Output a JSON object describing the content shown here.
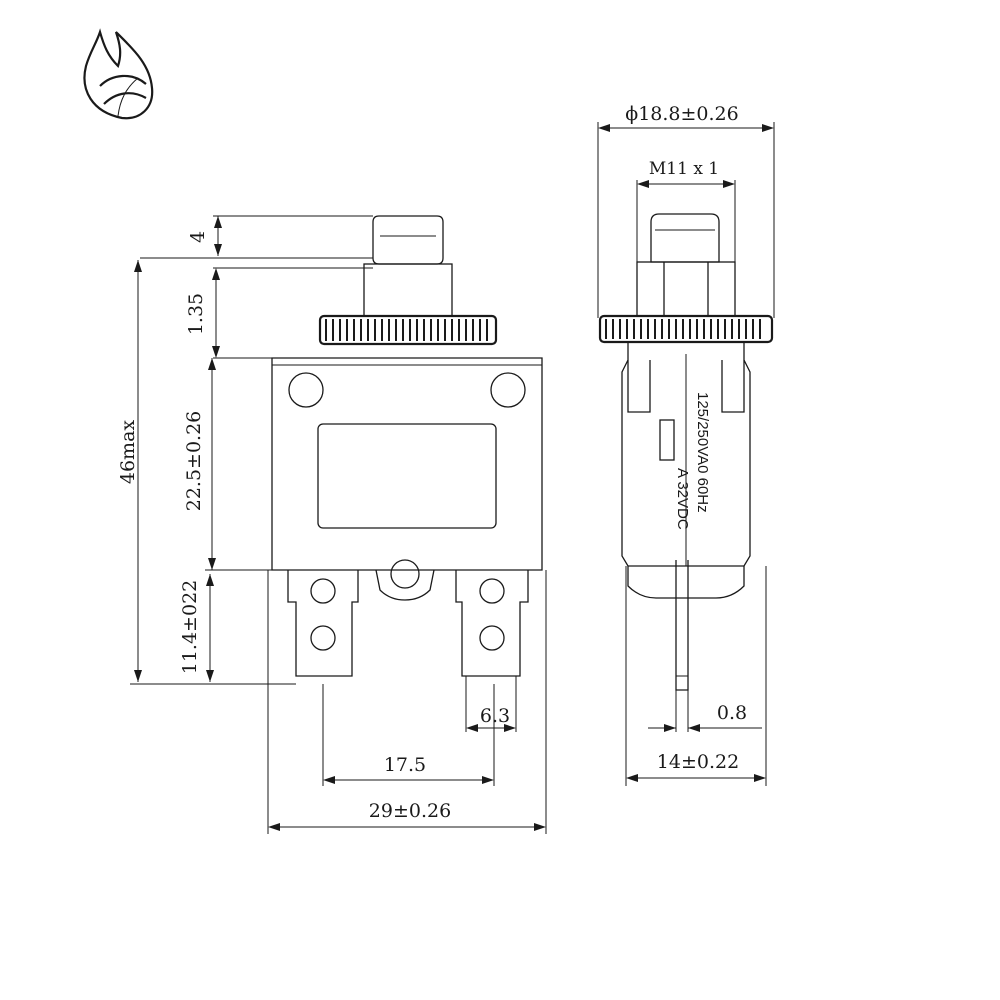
{
  "logo": {
    "name": "flame-leaf-logo"
  },
  "front_view": {
    "dimensions": {
      "button_height": "4",
      "collar_height": "1.35",
      "overall_height": "46max",
      "body_height": "22.5±0.26",
      "terminal_height": "11.4±022",
      "terminal_width": "6.3",
      "terminal_spacing": "17.5",
      "body_width": "29±0.26"
    }
  },
  "side_view": {
    "dimensions": {
      "nut_diameter": "ϕ18.8±0.26",
      "thread": "M11 x 1",
      "terminal_thickness": "0.8",
      "body_depth": "14±0.22"
    },
    "rating_label": {
      "line1": "125/250VA0 60Hz",
      "line2": "A 32VDC"
    }
  }
}
